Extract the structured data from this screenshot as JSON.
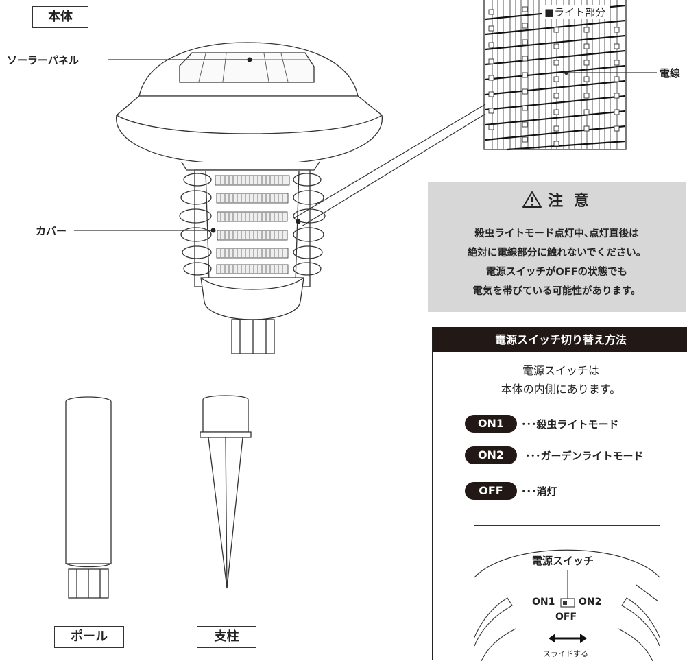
{
  "labels": {
    "main_body": "本体",
    "pole": "ポール",
    "stake": "支柱"
  },
  "callouts": {
    "solar_panel": "ソーラーパネル",
    "cover": "カバー",
    "electric_wire": "電線"
  },
  "inset": {
    "label": "■ライト部分"
  },
  "caution": {
    "title": "注 意",
    "icon": "warning-triangle-icon",
    "lines": [
      "殺虫ライトモード点灯中､点灯直後は",
      "絶対に電線部分に触れないでください。",
      "電源スイッチがOFFの状態でも",
      "電気を帯びている可能性があります。"
    ]
  },
  "switch_panel": {
    "title": "電源スイッチ切り替え方法",
    "description": [
      "電源スイッチは",
      "本体の内側にあります。"
    ],
    "modes": [
      {
        "badge": "ON1",
        "text": "･･･殺虫ライトモード"
      },
      {
        "badge": "ON2",
        "text": "･･･ガーデンライトモード"
      },
      {
        "badge": "OFF",
        "text": "･･･消灯"
      }
    ],
    "diagram": {
      "switch_label": "電源スイッチ",
      "on1": "ON1",
      "on2": "ON2",
      "off": "OFF",
      "slide": "スライドする"
    }
  },
  "colors": {
    "dark": "#221815",
    "caution_bg": "#d7d7d7",
    "line": "#333333"
  }
}
